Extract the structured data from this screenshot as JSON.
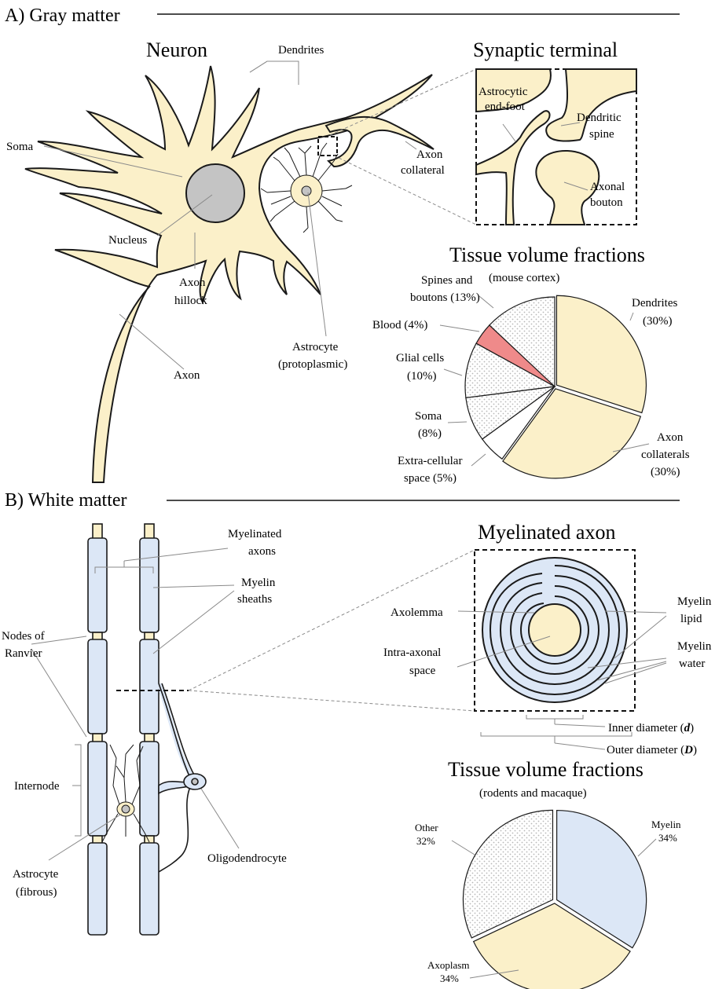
{
  "colors": {
    "cream": "#fbf0c9",
    "blue": "#dce7f6",
    "red": "#ef8a8a",
    "gray": "#c4c4c4",
    "dot": "#b8b8b8",
    "outline": "#1a1a1a"
  },
  "gray_matter": {
    "section_title": "A) Gray matter",
    "neuron": {
      "title": "Neuron",
      "labels": {
        "dendrites": "Dendrites",
        "soma": "Soma",
        "nucleus": "Nucleus",
        "axon_hillock_1": "Axon",
        "axon_hillock_2": "hillock",
        "axon": "Axon",
        "axon_collateral_1": "Axon",
        "axon_collateral_2": "collateral",
        "astrocyte_1": "Astrocyte",
        "astrocyte_2": "(protoplasmic)"
      }
    },
    "synaptic_terminal": {
      "title": "Synaptic terminal",
      "labels": {
        "astro_endfoot_1": "Astrocytic",
        "astro_endfoot_2": "end-foot",
        "dendritic_spine_1": "Dendritic",
        "dendritic_spine_2": "spine",
        "axonal_bouton_1": "Axonal",
        "axonal_bouton_2": "bouton"
      }
    },
    "pie": {
      "title": "Tissue volume fractions",
      "subtitle": "(mouse cortex)",
      "labels": {
        "dendrites_1": "Dendrites",
        "dendrites_2": "(30%)",
        "axon_coll_1": "Axon",
        "axon_coll_2": "collaterals",
        "axon_coll_3": "(30%)",
        "extra_1": "Extra-cellular",
        "extra_2": "space (5%)",
        "soma_1": "Soma",
        "soma_2": "(8%)",
        "glial_1": "Glial cells",
        "glial_2": "(10%)",
        "blood_1": "Blood (4%)",
        "spines_1": "Spines and",
        "spines_2": "boutons (13%)"
      }
    }
  },
  "white_matter": {
    "section_title": "B) White matter",
    "left": {
      "labels": {
        "myelinated_axons_1": "Myelinated",
        "myelinated_axons_2": "axons",
        "myelin_sheaths_1": "Myelin",
        "myelin_sheaths_2": "sheaths",
        "nodes_1": "Nodes of",
        "nodes_2": "Ranvier",
        "internode": "Internode",
        "astro_f_1": "Astrocyte",
        "astro_f_2": "(fibrous)",
        "oligo": "Oligodendrocyte"
      }
    },
    "myelinated_axon": {
      "title": "Myelinated axon",
      "labels": {
        "axolemma": "Axolemma",
        "intra_1": "Intra-axonal",
        "intra_2": "space",
        "myelin_lipid_1": "Myelin",
        "myelin_lipid_2": "lipid",
        "myelin_water_1": "Myelin",
        "myelin_water_2": "water",
        "inner_diam": "Inner diameter (",
        "inner_sym": "d",
        "outer_diam": "Outer diameter (",
        "outer_sym": "D",
        "close_paren": ")"
      }
    },
    "pie": {
      "title": "Tissue volume fractions",
      "subtitle": "(rodents and macaque)",
      "labels": {
        "myelin_1": "Myelin",
        "myelin_2": "34%",
        "axoplasm_1": "Axoplasm",
        "axoplasm_2": "34%",
        "other_1": "Other",
        "other_2": "32%"
      }
    }
  },
  "chart_data": [
    {
      "type": "pie",
      "title": "Tissue volume fractions",
      "subtitle": "(mouse cortex)",
      "slices": [
        {
          "label": "Dendrites",
          "value": 30,
          "color": "cream"
        },
        {
          "label": "Axon collaterals",
          "value": 30,
          "color": "cream"
        },
        {
          "label": "Extra-cellular space",
          "value": 5,
          "color": "white"
        },
        {
          "label": "Soma",
          "value": 8,
          "color": "dotted"
        },
        {
          "label": "Glial cells",
          "value": 10,
          "color": "dotted"
        },
        {
          "label": "Blood",
          "value": 4,
          "color": "red"
        },
        {
          "label": "Spines and boutons",
          "value": 13,
          "color": "dotted"
        }
      ]
    },
    {
      "type": "pie",
      "title": "Tissue volume fractions",
      "subtitle": "(rodents and macaque)",
      "slices": [
        {
          "label": "Myelin",
          "value": 34,
          "color": "blue"
        },
        {
          "label": "Axoplasm",
          "value": 34,
          "color": "cream"
        },
        {
          "label": "Other",
          "value": 32,
          "color": "dotted"
        }
      ]
    }
  ]
}
